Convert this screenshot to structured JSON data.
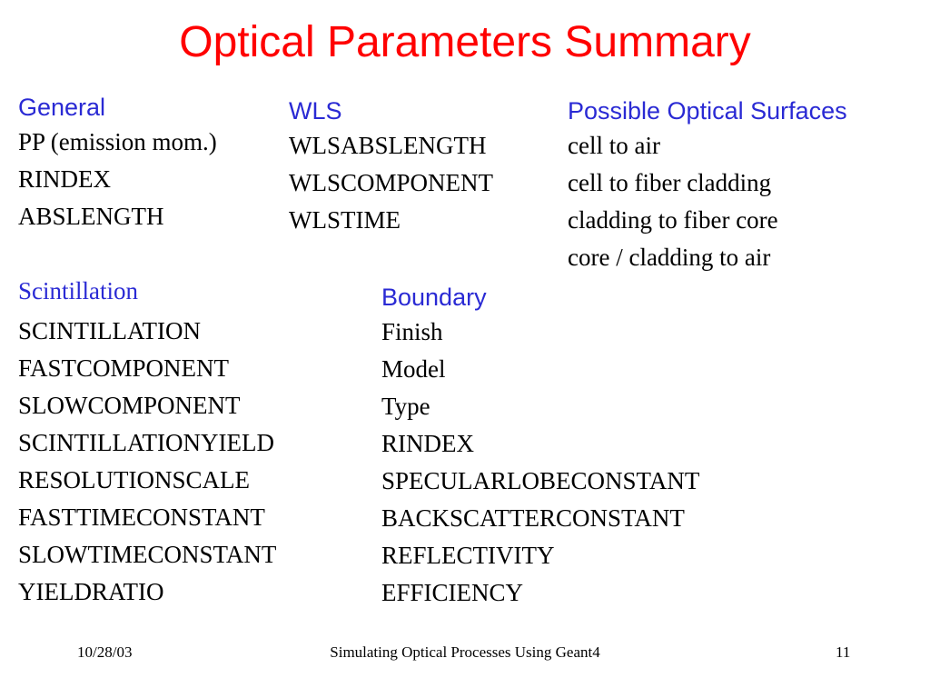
{
  "title": "Optical Parameters Summary",
  "general": {
    "heading": "General",
    "items": [
      "PP (emission mom.)",
      "RINDEX",
      "ABSLENGTH"
    ]
  },
  "wls": {
    "heading": "WLS",
    "items": [
      "WLSABSLENGTH",
      "WLSCOMPONENT",
      "WLSTIME"
    ]
  },
  "surfaces": {
    "heading": "Possible Optical Surfaces",
    "items": [
      "cell to air",
      "cell to fiber cladding",
      "cladding to fiber core",
      "core / cladding to air"
    ]
  },
  "scintillation": {
    "heading": "Scintillation",
    "items": [
      "SCINTILLATION",
      "FASTCOMPONENT",
      "SLOWCOMPONENT",
      "SCINTILLATIONYIELD",
      "RESOLUTIONSCALE",
      "FASTTIMECONSTANT",
      "SLOWTIMECONSTANT",
      "YIELDRATIO"
    ]
  },
  "boundary": {
    "heading": "Boundary",
    "items": [
      "Finish",
      "Model",
      "Type",
      "RINDEX",
      "SPECULARLOBECONSTANT",
      "BACKSCATTERCONSTANT",
      "REFLECTIVITY",
      "EFFICIENCY"
    ]
  },
  "footer": {
    "date": "10/28/03",
    "center": "Simulating Optical Processes Using Geant4",
    "page": "11"
  }
}
